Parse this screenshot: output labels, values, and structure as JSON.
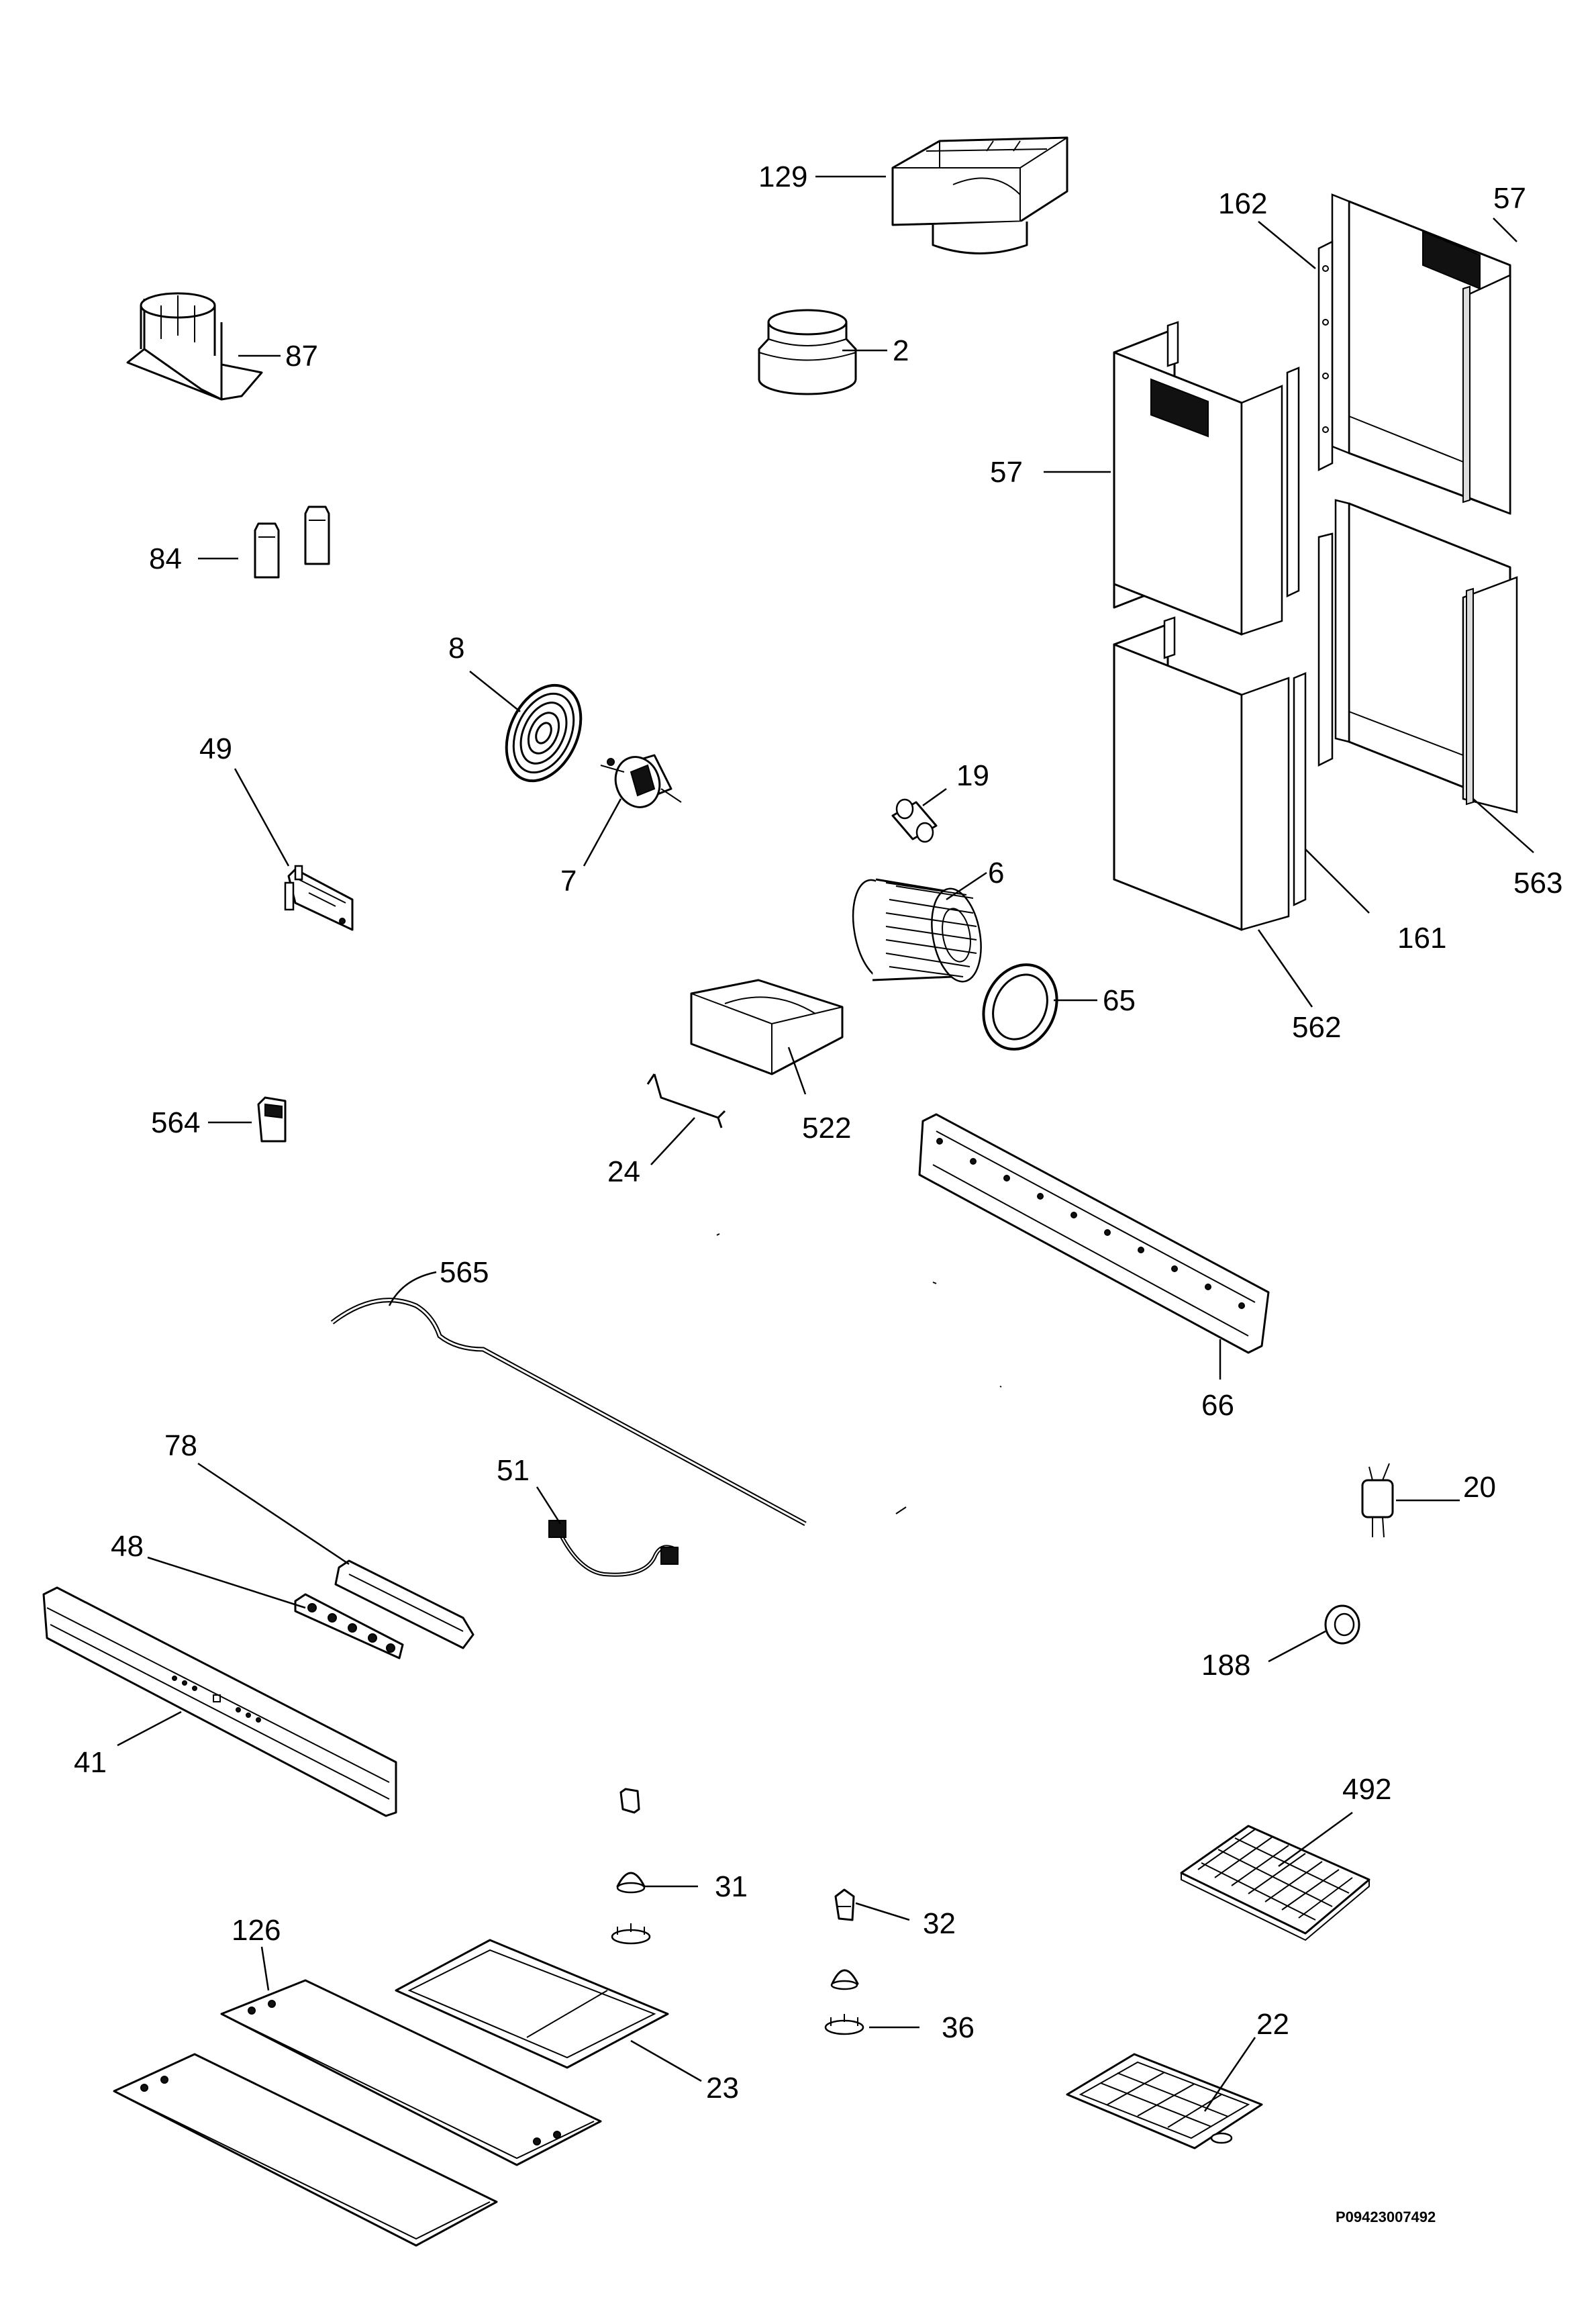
{
  "callouts": {
    "c129": "129",
    "c2": "2",
    "c87": "87",
    "c162": "162",
    "c57a": "57",
    "c57b": "57",
    "c84": "84",
    "c8": "8",
    "c49": "49",
    "c7": "7",
    "c19": "19",
    "c6": "6",
    "c65": "65",
    "c161": "161",
    "c563": "563",
    "c562": "562",
    "c522": "522",
    "c564": "564",
    "c24": "24",
    "c565": "565",
    "c66": "66",
    "c20": "20",
    "c78": "78",
    "c51": "51",
    "c48": "48",
    "c188": "188",
    "c41": "41",
    "c492": "492",
    "c31": "31",
    "c32": "32",
    "c126": "126",
    "c36": "36",
    "c22": "22",
    "c23": "23"
  },
  "reference_code": "P09423007492"
}
